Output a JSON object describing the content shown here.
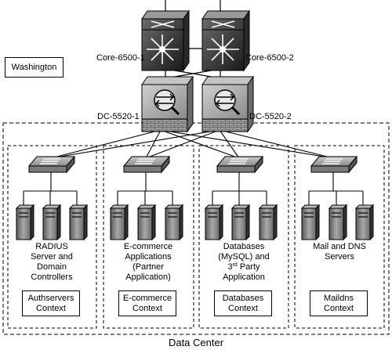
{
  "site_label": "Washington",
  "core_switches": [
    "Core-6500-1",
    "Core-6500-2"
  ],
  "firewalls": [
    "DC-5520-1",
    "DC-5520-2"
  ],
  "datacenter_label": "Data Center",
  "segments": [
    {
      "desc_lines": [
        "RADIUS",
        "Server and",
        "Domain",
        "Controllers"
      ],
      "context_lines": [
        "Authservers",
        "Context"
      ]
    },
    {
      "desc_lines": [
        "E-commerce",
        "Applications",
        "(Partner",
        "Application)"
      ],
      "context_lines": [
        "E-commerce",
        "Context"
      ]
    },
    {
      "desc_lines": [
        "Databases",
        "(MySQL) and",
        "3rd Party",
        "Application"
      ],
      "context_lines": [
        "Databases",
        "Context"
      ]
    },
    {
      "desc_lines": [
        "Mail and DNS",
        "Servers"
      ],
      "context_lines": [
        "Maildns",
        "Context"
      ]
    }
  ]
}
